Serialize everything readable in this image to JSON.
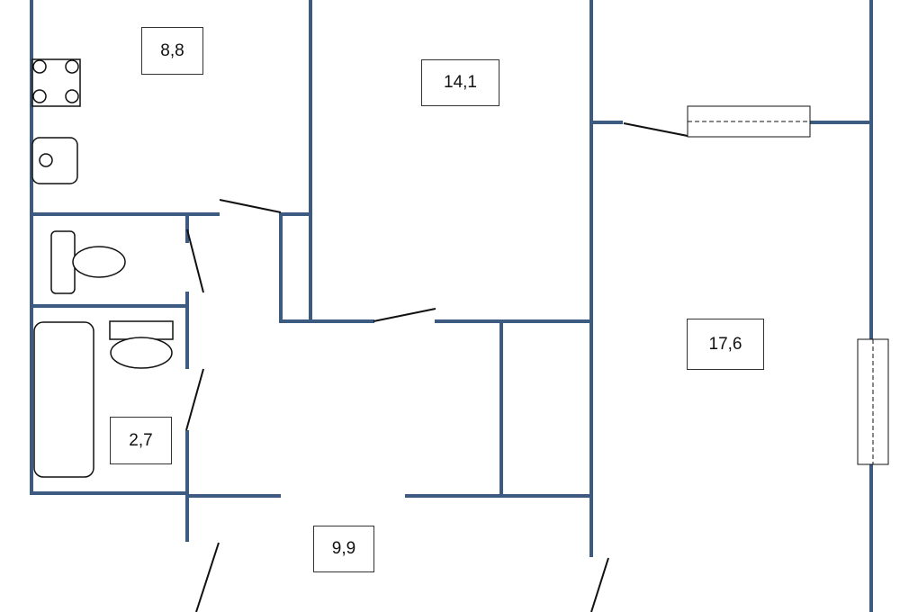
{
  "colors": {
    "wall": "#3d5a80",
    "fixture": "#111111",
    "background": "#ffffff"
  },
  "rooms": {
    "kitchen": {
      "area": "8,8"
    },
    "room_middle": {
      "area": "14,1"
    },
    "room_right": {
      "area": "17,6"
    },
    "bathroom": {
      "area": "2,7"
    },
    "hallway": {
      "area": "9,9"
    }
  }
}
